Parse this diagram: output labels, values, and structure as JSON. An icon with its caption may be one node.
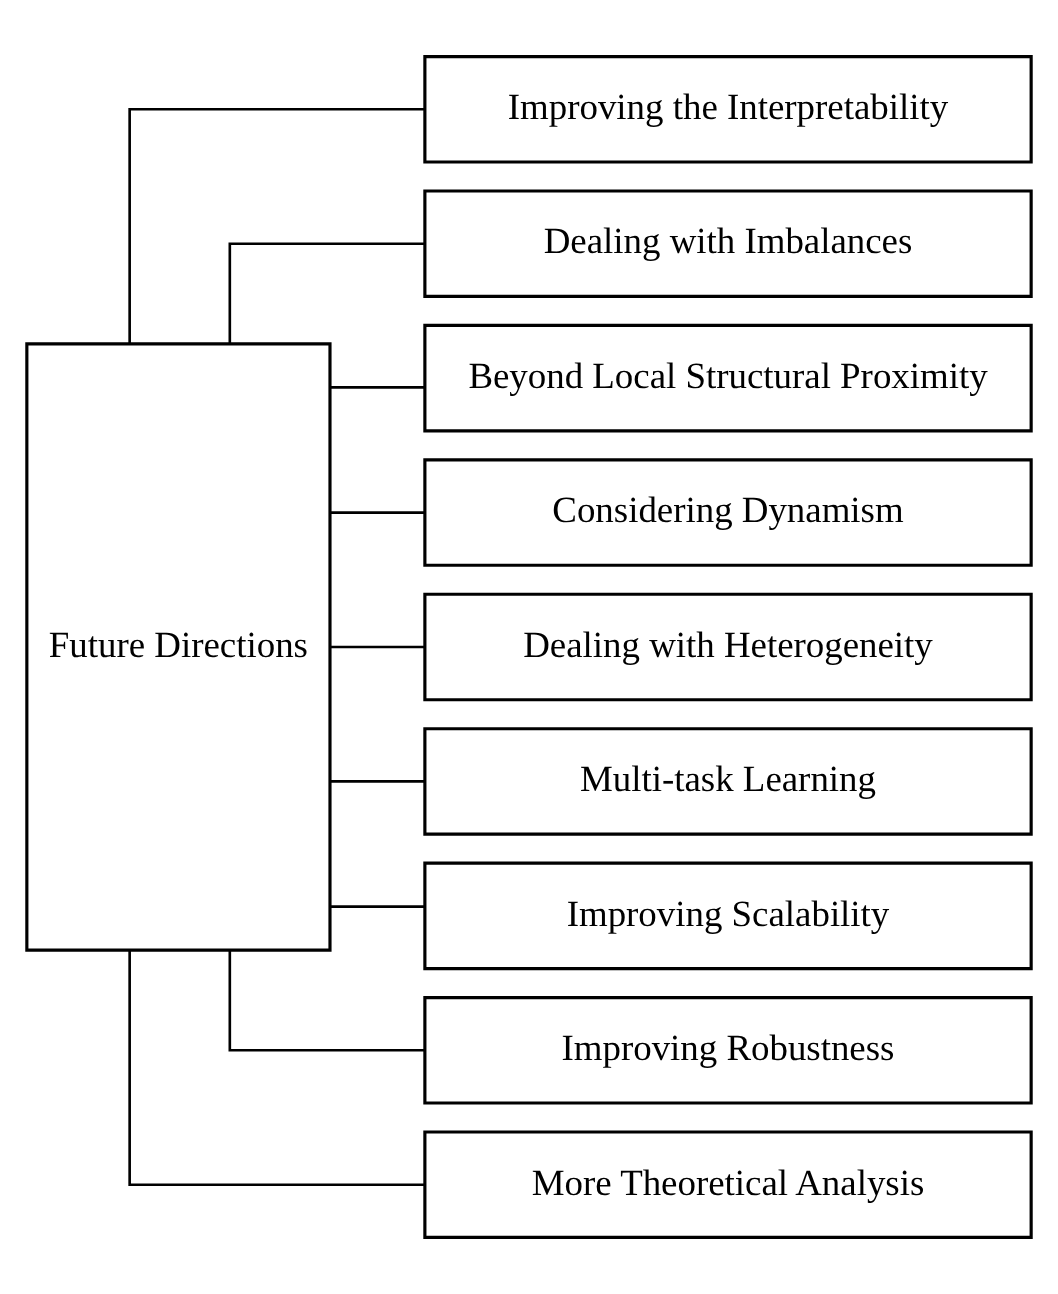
{
  "diagram": {
    "nodes": [
      {
        "text": [
          "Future Directions"
        ]
      },
      {
        "text": [
          "Improving the Interpretability"
        ]
      },
      {
        "text": [
          "Dealing with Imbalances"
        ]
      },
      {
        "text": [
          "Beyond Local Structural Proximity"
        ]
      },
      {
        "text": [
          "Considering Dynamism"
        ]
      },
      {
        "text": [
          "Dealing with Heterogeneity"
        ]
      },
      {
        "text": [
          "Multi-task Learning"
        ]
      },
      {
        "text": [
          "Improving Scalability"
        ]
      },
      {
        "text": [
          "Improving Robustness"
        ]
      },
      {
        "text": [
          "More Theoretical Analysis"
        ]
      }
    ],
    "edges": [
      {
        "from": 0,
        "to": 1,
        "arrow": "none"
      },
      {
        "from": 0,
        "to": 2,
        "arrow": "none"
      },
      {
        "from": 0,
        "to": 3,
        "arrow": "none"
      },
      {
        "from": 0,
        "to": 4,
        "arrow": "none"
      },
      {
        "from": 0,
        "to": 5,
        "arrow": "none"
      },
      {
        "from": 0,
        "to": 6,
        "arrow": "none"
      },
      {
        "from": 0,
        "to": 7,
        "arrow": "none"
      },
      {
        "from": 0,
        "to": 8,
        "arrow": "none"
      },
      {
        "from": 0,
        "to": 9,
        "arrow": "none"
      }
    ]
  }
}
